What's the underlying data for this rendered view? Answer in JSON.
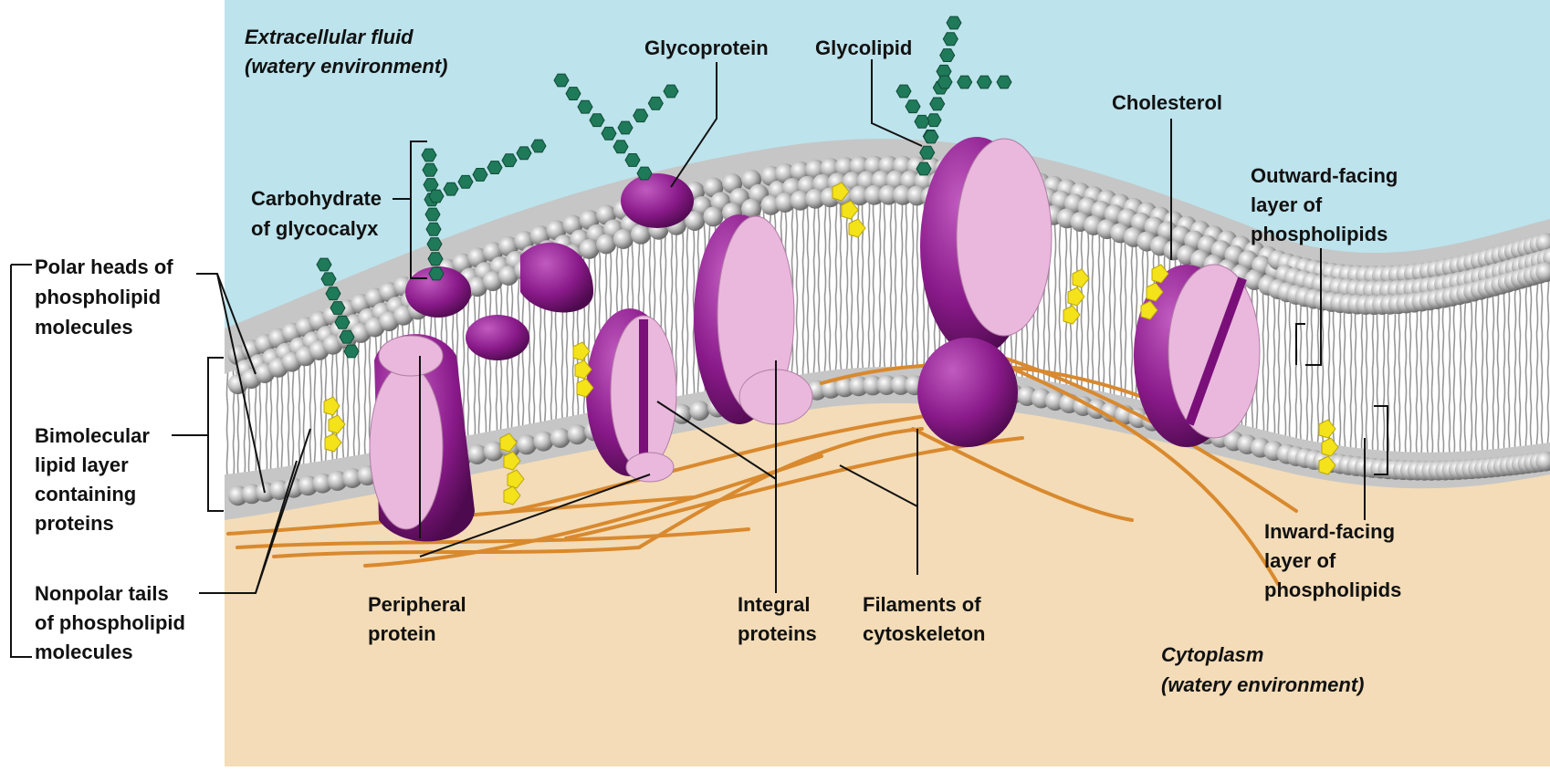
{
  "colors": {
    "extracellular": "#bde3ec",
    "cytoplasm": "#f3dcb7",
    "protein_dark": "#7a0f7a",
    "protein_light": "#e9b8dc",
    "head": "#c8c8c8",
    "tail": "#808080",
    "cholesterol": "#f4e21a",
    "carbohydrate": "#1f7a5a",
    "filament": "#d9892e"
  },
  "environments": {
    "extracellular_line1": "Extracellular fluid",
    "extracellular_line2": "(watery environment)",
    "cytoplasm_line1": "Cytoplasm",
    "cytoplasm_line2": "(watery environment)"
  },
  "labels": {
    "glycoprotein": "Glycoprotein",
    "glycolipid": "Glycolipid",
    "cholesterol": "Cholesterol",
    "carbohydrate_line1": "Carbohydrate",
    "carbohydrate_line2": "of glycocalyx",
    "outward_line1": "Outward-facing",
    "outward_line2": "layer of",
    "outward_line3": "phospholipids",
    "polar_line1": "Polar heads of",
    "polar_line2": "phospholipid",
    "polar_line3": "molecules",
    "bimolecular_line1": "Bimolecular",
    "bimolecular_line2": "lipid layer",
    "bimolecular_line3": "containing",
    "bimolecular_line4": "proteins",
    "nonpolar_line1": "Nonpolar tails",
    "nonpolar_line2": "of phospholipid",
    "nonpolar_line3": "molecules",
    "peripheral_line1": "Peripheral",
    "peripheral_line2": "protein",
    "integral_line1": "Integral",
    "integral_line2": "proteins",
    "filaments_line1": "Filaments of",
    "filaments_line2": "cytoskeleton",
    "inward_line1": "Inward-facing",
    "inward_line2": "layer of",
    "inward_line3": "phospholipids"
  }
}
